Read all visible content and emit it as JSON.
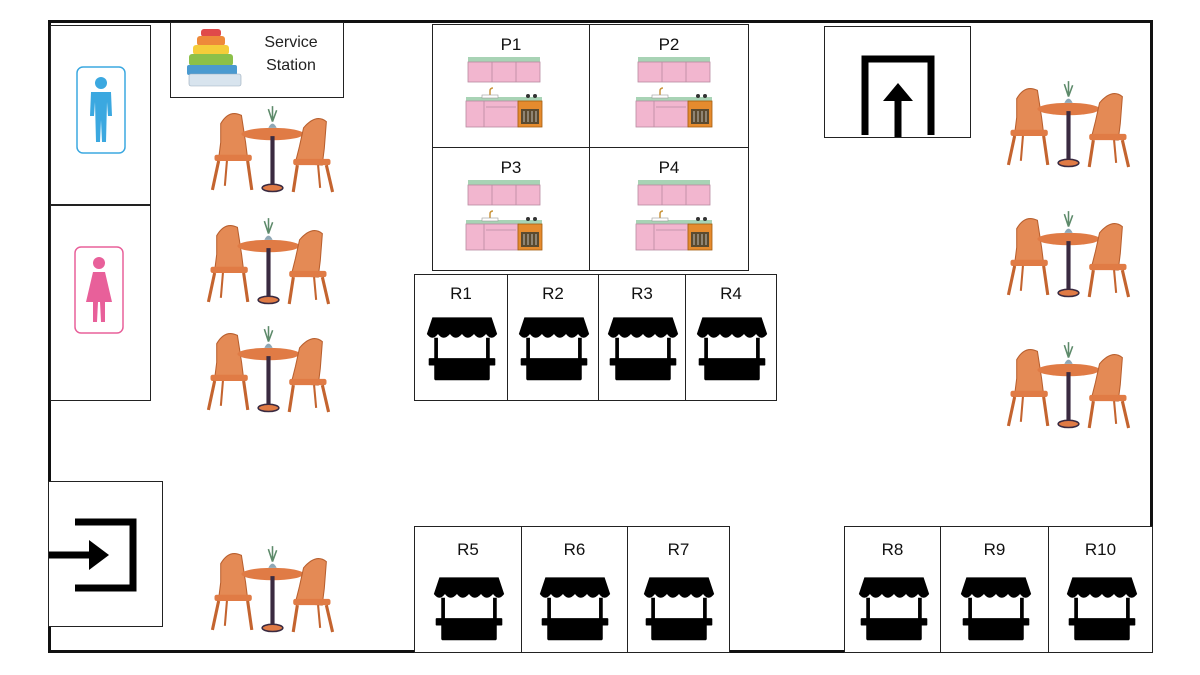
{
  "service_station": {
    "line1": "Service",
    "line2": "Station"
  },
  "prep_rooms": [
    {
      "label": "P1"
    },
    {
      "label": "P2"
    },
    {
      "label": "P3"
    },
    {
      "label": "P4"
    }
  ],
  "stalls": [
    {
      "label": "R1"
    },
    {
      "label": "R2"
    },
    {
      "label": "R3"
    },
    {
      "label": "R4"
    },
    {
      "label": "R5"
    },
    {
      "label": "R6"
    },
    {
      "label": "R7"
    },
    {
      "label": "R8"
    },
    {
      "label": "R9"
    },
    {
      "label": "R10"
    }
  ],
  "icons": {
    "male_restroom": "male-restroom-icon",
    "female_restroom": "female-restroom-icon",
    "entrance": "entrance-arrow-icon",
    "exit": "exit-arrow-icon",
    "table": "table-chairs-icon",
    "kitchen": "kitchen-icon",
    "stall": "market-stall-icon",
    "dishes": "dishes-stack-icon"
  },
  "colors": {
    "male": "#3ba8e0",
    "female": "#e8609a",
    "chair": "#e07b45",
    "cabinet": "#f2b6cf",
    "stall": "#000000"
  }
}
